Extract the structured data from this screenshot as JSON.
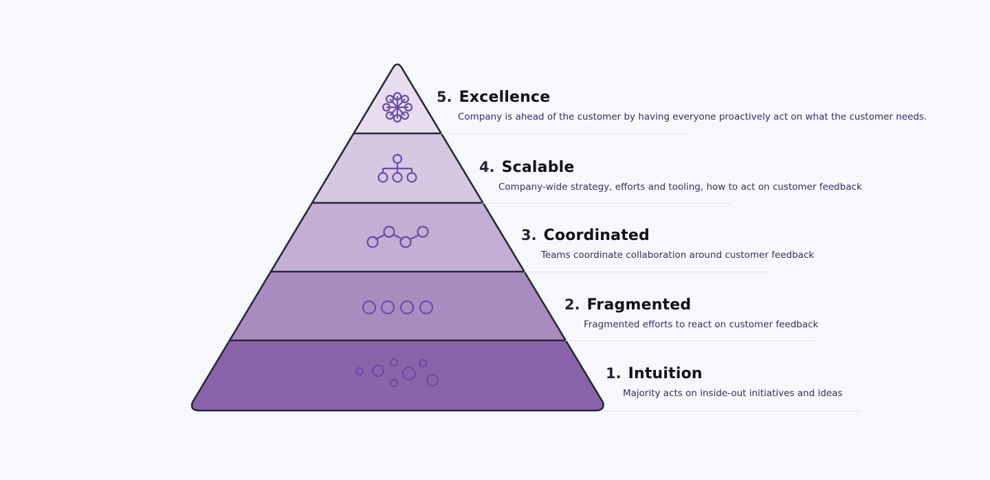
{
  "colors": {
    "background": "#f6f8fb",
    "outline": "#26263a",
    "icon_stroke": "#6a4aa6",
    "tier_fills": [
      "#8a64aa",
      "#a98cbf",
      "#c3aed4",
      "#d6c7e2",
      "#e7ddef"
    ]
  },
  "levels": [
    {
      "number": "1.",
      "title": "Intuition",
      "description": "Majority acts on inside-out initiatives and ideas",
      "icon": "scattered-circles-icon"
    },
    {
      "number": "2.",
      "title": "Fragmented",
      "description": "Fragmented efforts to react on customer feedback",
      "icon": "separate-circles-icon"
    },
    {
      "number": "3.",
      "title": "Coordinated",
      "description": "Teams coordinate collaboration around customer feedback",
      "icon": "connected-nodes-icon"
    },
    {
      "number": "4.",
      "title": "Scalable",
      "description": "Company-wide strategy, efforts and tooling, how to act on customer feedback",
      "icon": "hierarchy-icon"
    },
    {
      "number": "5.",
      "title": "Excellence",
      "description": "Company is ahead of the customer by having everyone proactively act on what the customer needs.",
      "icon": "network-hub-icon"
    }
  ]
}
